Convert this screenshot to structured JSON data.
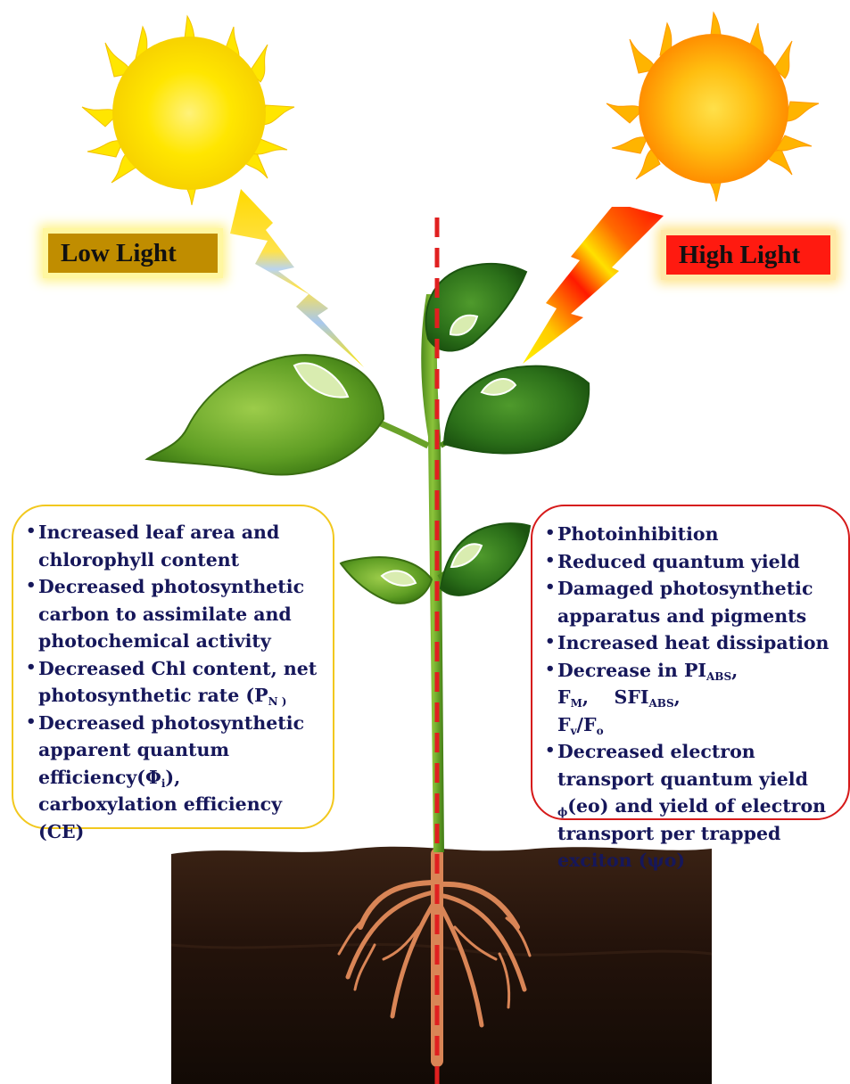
{
  "labels": {
    "low_light": "Low Light",
    "high_light": "High Light"
  },
  "low_light_effects": [
    "Increased leaf area and chlorophyll content",
    "Decreased photosynthetic carbon to assimilate and photochemical activity",
    "Decreased Chl content, net photosynthetic rate (P",
    "Decreased photosynthetic apparent quantum efficiency(Φ",
    "), carboxylation efficiency (CE)"
  ],
  "low_light_subscripts": {
    "pn": "N )",
    "phi": "i"
  },
  "high_light_effects": [
    "Photoinhibition",
    "Reduced quantum yield",
    "Damaged photosynthetic apparatus and pigments",
    "Increased heat dissipation",
    "Decrease in PI",
    "Decreased electron transport quantum yield ",
    "(eo) and yield of electron transport per trapped exciton (ψo)"
  ],
  "high_light_decrease_parts": {
    "abs": "ABS",
    "sep1": ", F",
    "m": "M",
    "sep2": ",    SFI",
    "abs2": "ABS",
    "sep3": ",",
    "fv": "F",
    "v": "v",
    "slash": "/F",
    "o": "o"
  },
  "high_light_phi_sub": "ϕ",
  "colors": {
    "low_light_accent": "#f2c81e",
    "high_light_accent": "#d61a1a",
    "text": "#16175a",
    "divider": "#e02020",
    "soil": "#2a170e"
  },
  "icons": [
    "sun-icon",
    "sun-icon",
    "lightning-icon",
    "lightning-icon",
    "plant-icon",
    "roots-icon"
  ]
}
